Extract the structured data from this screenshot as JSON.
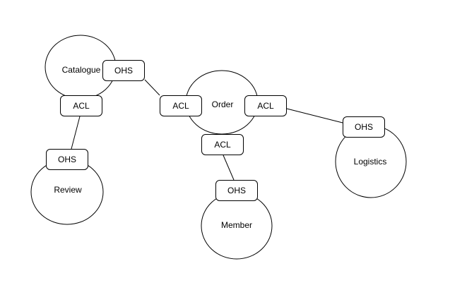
{
  "diagram": {
    "type": "bounded-context-map",
    "colors": {
      "background": "#ffffff",
      "stroke": "#000000",
      "text": "#000000",
      "node_fill": "#ffffff"
    },
    "contexts": [
      {
        "id": "catalogue",
        "label": "Catalogue"
      },
      {
        "id": "order",
        "label": "Order"
      },
      {
        "id": "review",
        "label": "Review"
      },
      {
        "id": "member",
        "label": "Member"
      },
      {
        "id": "logistics",
        "label": "Logistics"
      }
    ],
    "ports": [
      {
        "id": "catalogue-ohs",
        "label": "OHS",
        "attached_to": "catalogue"
      },
      {
        "id": "catalogue-acl",
        "label": "ACL",
        "attached_to": "catalogue"
      },
      {
        "id": "order-acl-left",
        "label": "ACL",
        "attached_to": "order"
      },
      {
        "id": "order-acl-right",
        "label": "ACL",
        "attached_to": "order"
      },
      {
        "id": "order-acl-bottom",
        "label": "ACL",
        "attached_to": "order"
      },
      {
        "id": "review-ohs",
        "label": "OHS",
        "attached_to": "review"
      },
      {
        "id": "member-ohs",
        "label": "OHS",
        "attached_to": "member"
      },
      {
        "id": "logistics-ohs",
        "label": "OHS",
        "attached_to": "logistics"
      }
    ],
    "connections": [
      {
        "from": "catalogue-ohs",
        "to": "order-acl-left"
      },
      {
        "from": "catalogue-acl",
        "to": "review-ohs"
      },
      {
        "from": "order-acl-right",
        "to": "logistics-ohs"
      },
      {
        "from": "order-acl-bottom",
        "to": "member-ohs"
      }
    ]
  }
}
